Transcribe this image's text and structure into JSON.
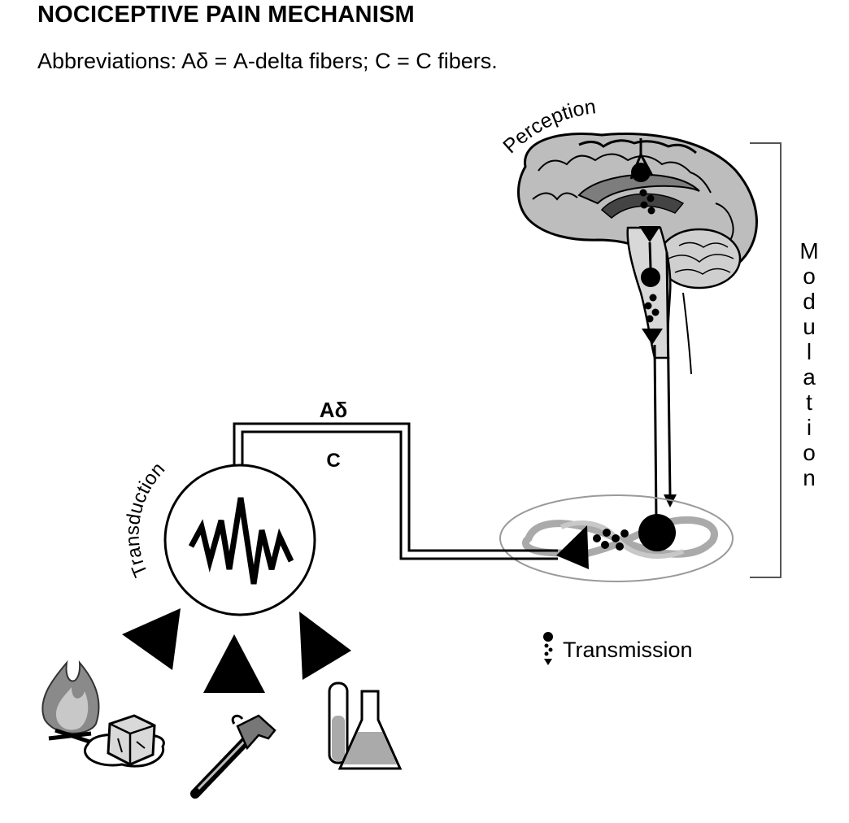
{
  "title": "NOCICEPTIVE PAIN MECHANISM",
  "subtitle": "Abbreviations: Aδ = A-delta fibers; C = C fibers.",
  "labels": {
    "perception": "Perception",
    "modulation": "Modulation",
    "transduction": "Transduction",
    "transmission": "Transmission",
    "a_delta": "Aδ",
    "c_fiber": "C"
  },
  "stimuli_icons": [
    "fire-icon",
    "ice-cube-icon",
    "hammer-icon",
    "chemical-flask-icon"
  ],
  "colors": {
    "ink": "#000000",
    "brain_gray": "#b8b8b8",
    "spinal_gray": "#9a9a9a"
  }
}
